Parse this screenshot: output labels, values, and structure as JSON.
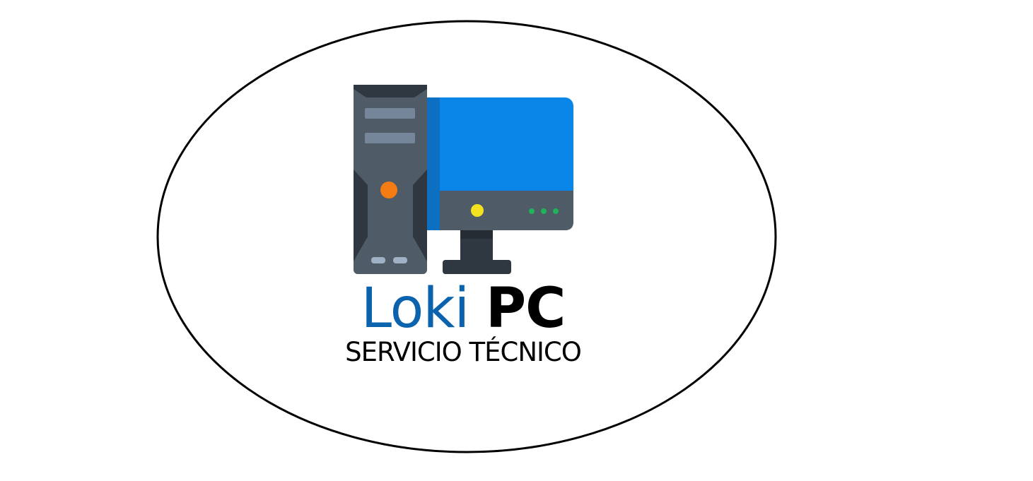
{
  "logo": {
    "brand_primary": "Loki",
    "brand_secondary": "PC",
    "tagline": "SERVICIO TÉCNICO",
    "icon": "desktop-computer-icon",
    "colors": {
      "brand_blue": "#0b62ad",
      "screen_blue": "#0a86e8",
      "tower_gray": "#4f5b67",
      "dark_gray": "#2f3740",
      "power_orange": "#f57c12",
      "power_yellow": "#f2e21f",
      "led_green": "#1fb45a",
      "outline": "#000000"
    }
  }
}
